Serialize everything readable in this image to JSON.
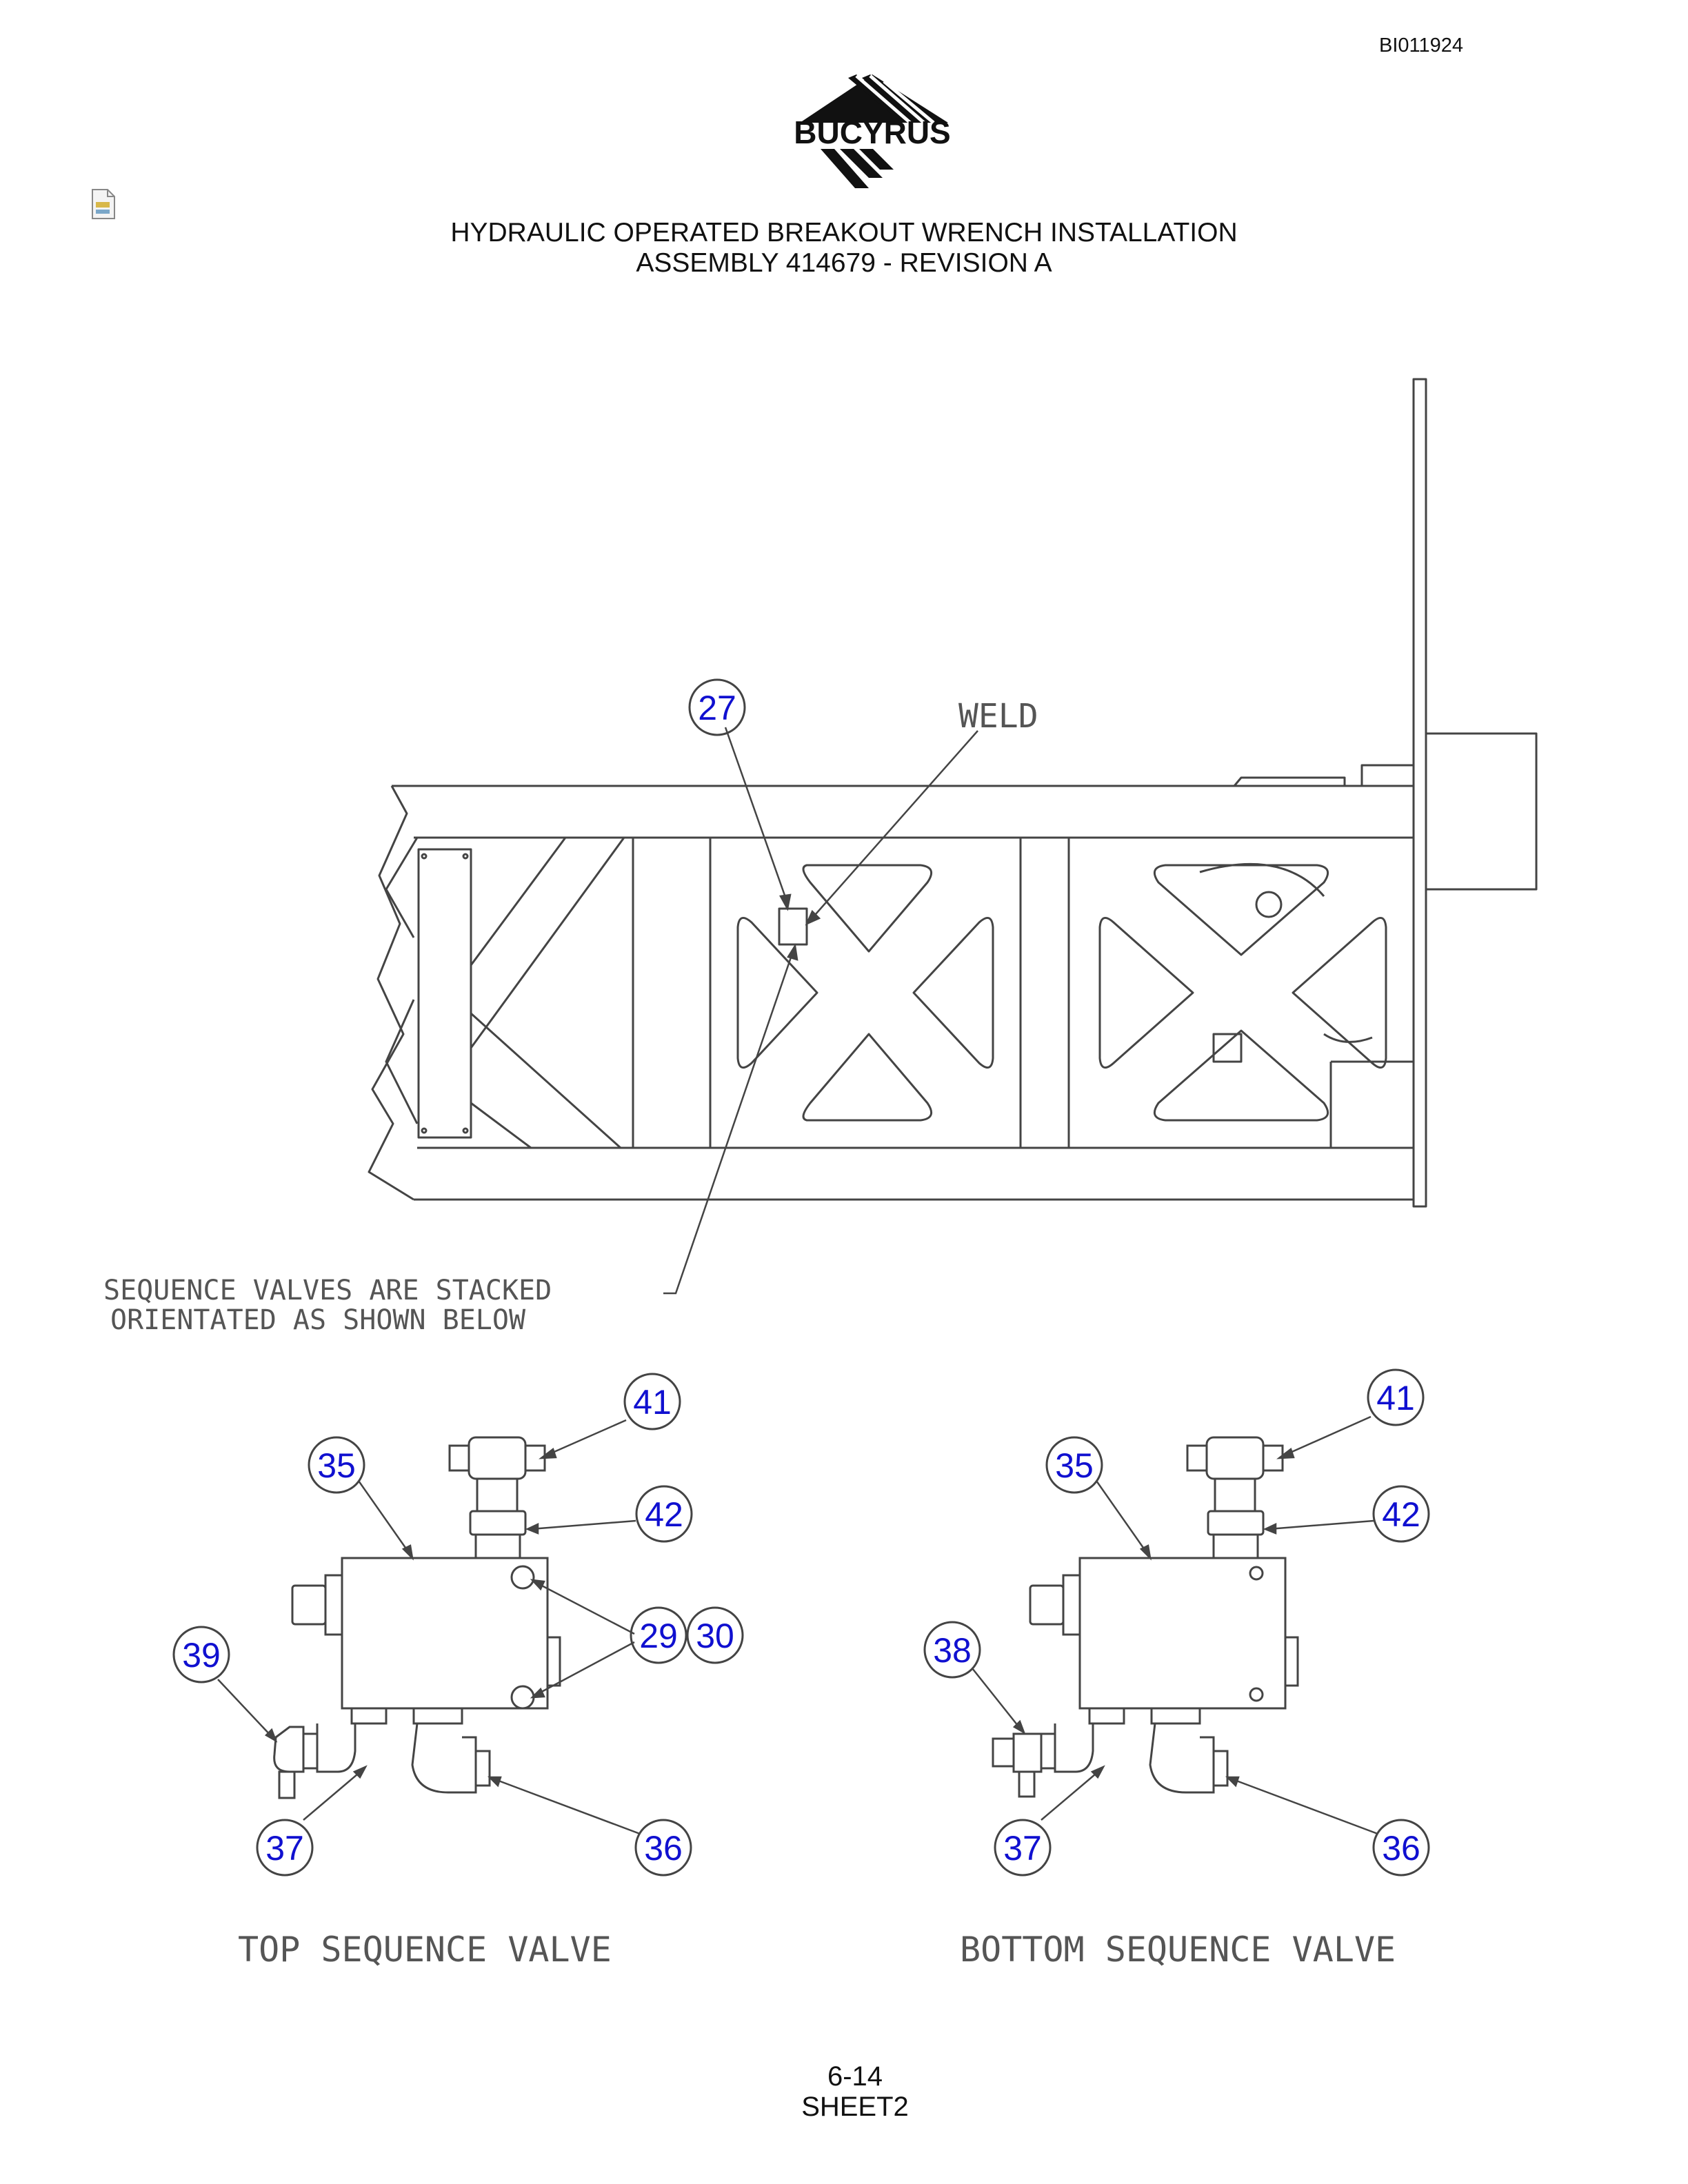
{
  "header": {
    "doc_id": "BI011924",
    "logo_text": "BUCYRUS",
    "title_line1": "HYDRAULIC OPERATED BREAKOUT WRENCH INSTALLATION",
    "title_line2": "ASSEMBLY 414679 - REVISION A"
  },
  "drawing": {
    "weld_label": "WELD",
    "note_line1": "SEQUENCE VALVES ARE STACKED",
    "note_line2": "ORIENTATED AS SHOWN BELOW",
    "top_view_label": "TOP SEQUENCE VALVE",
    "bottom_view_label": "BOTTOM SEQUENCE VALVE",
    "balloons": {
      "b27": "27",
      "top_41": "41",
      "top_35": "35",
      "top_42": "42",
      "top_29": "29",
      "top_30": "30",
      "top_39": "39",
      "top_37": "37",
      "top_36": "36",
      "bot_41": "41",
      "bot_35": "35",
      "bot_42": "42",
      "bot_38": "38",
      "bot_37": "37",
      "bot_36": "36"
    },
    "colors": {
      "balloon_text": "#1010d0",
      "line": "#444444"
    }
  },
  "footer": {
    "page_number": "6-14",
    "sheet": "SHEET2"
  }
}
